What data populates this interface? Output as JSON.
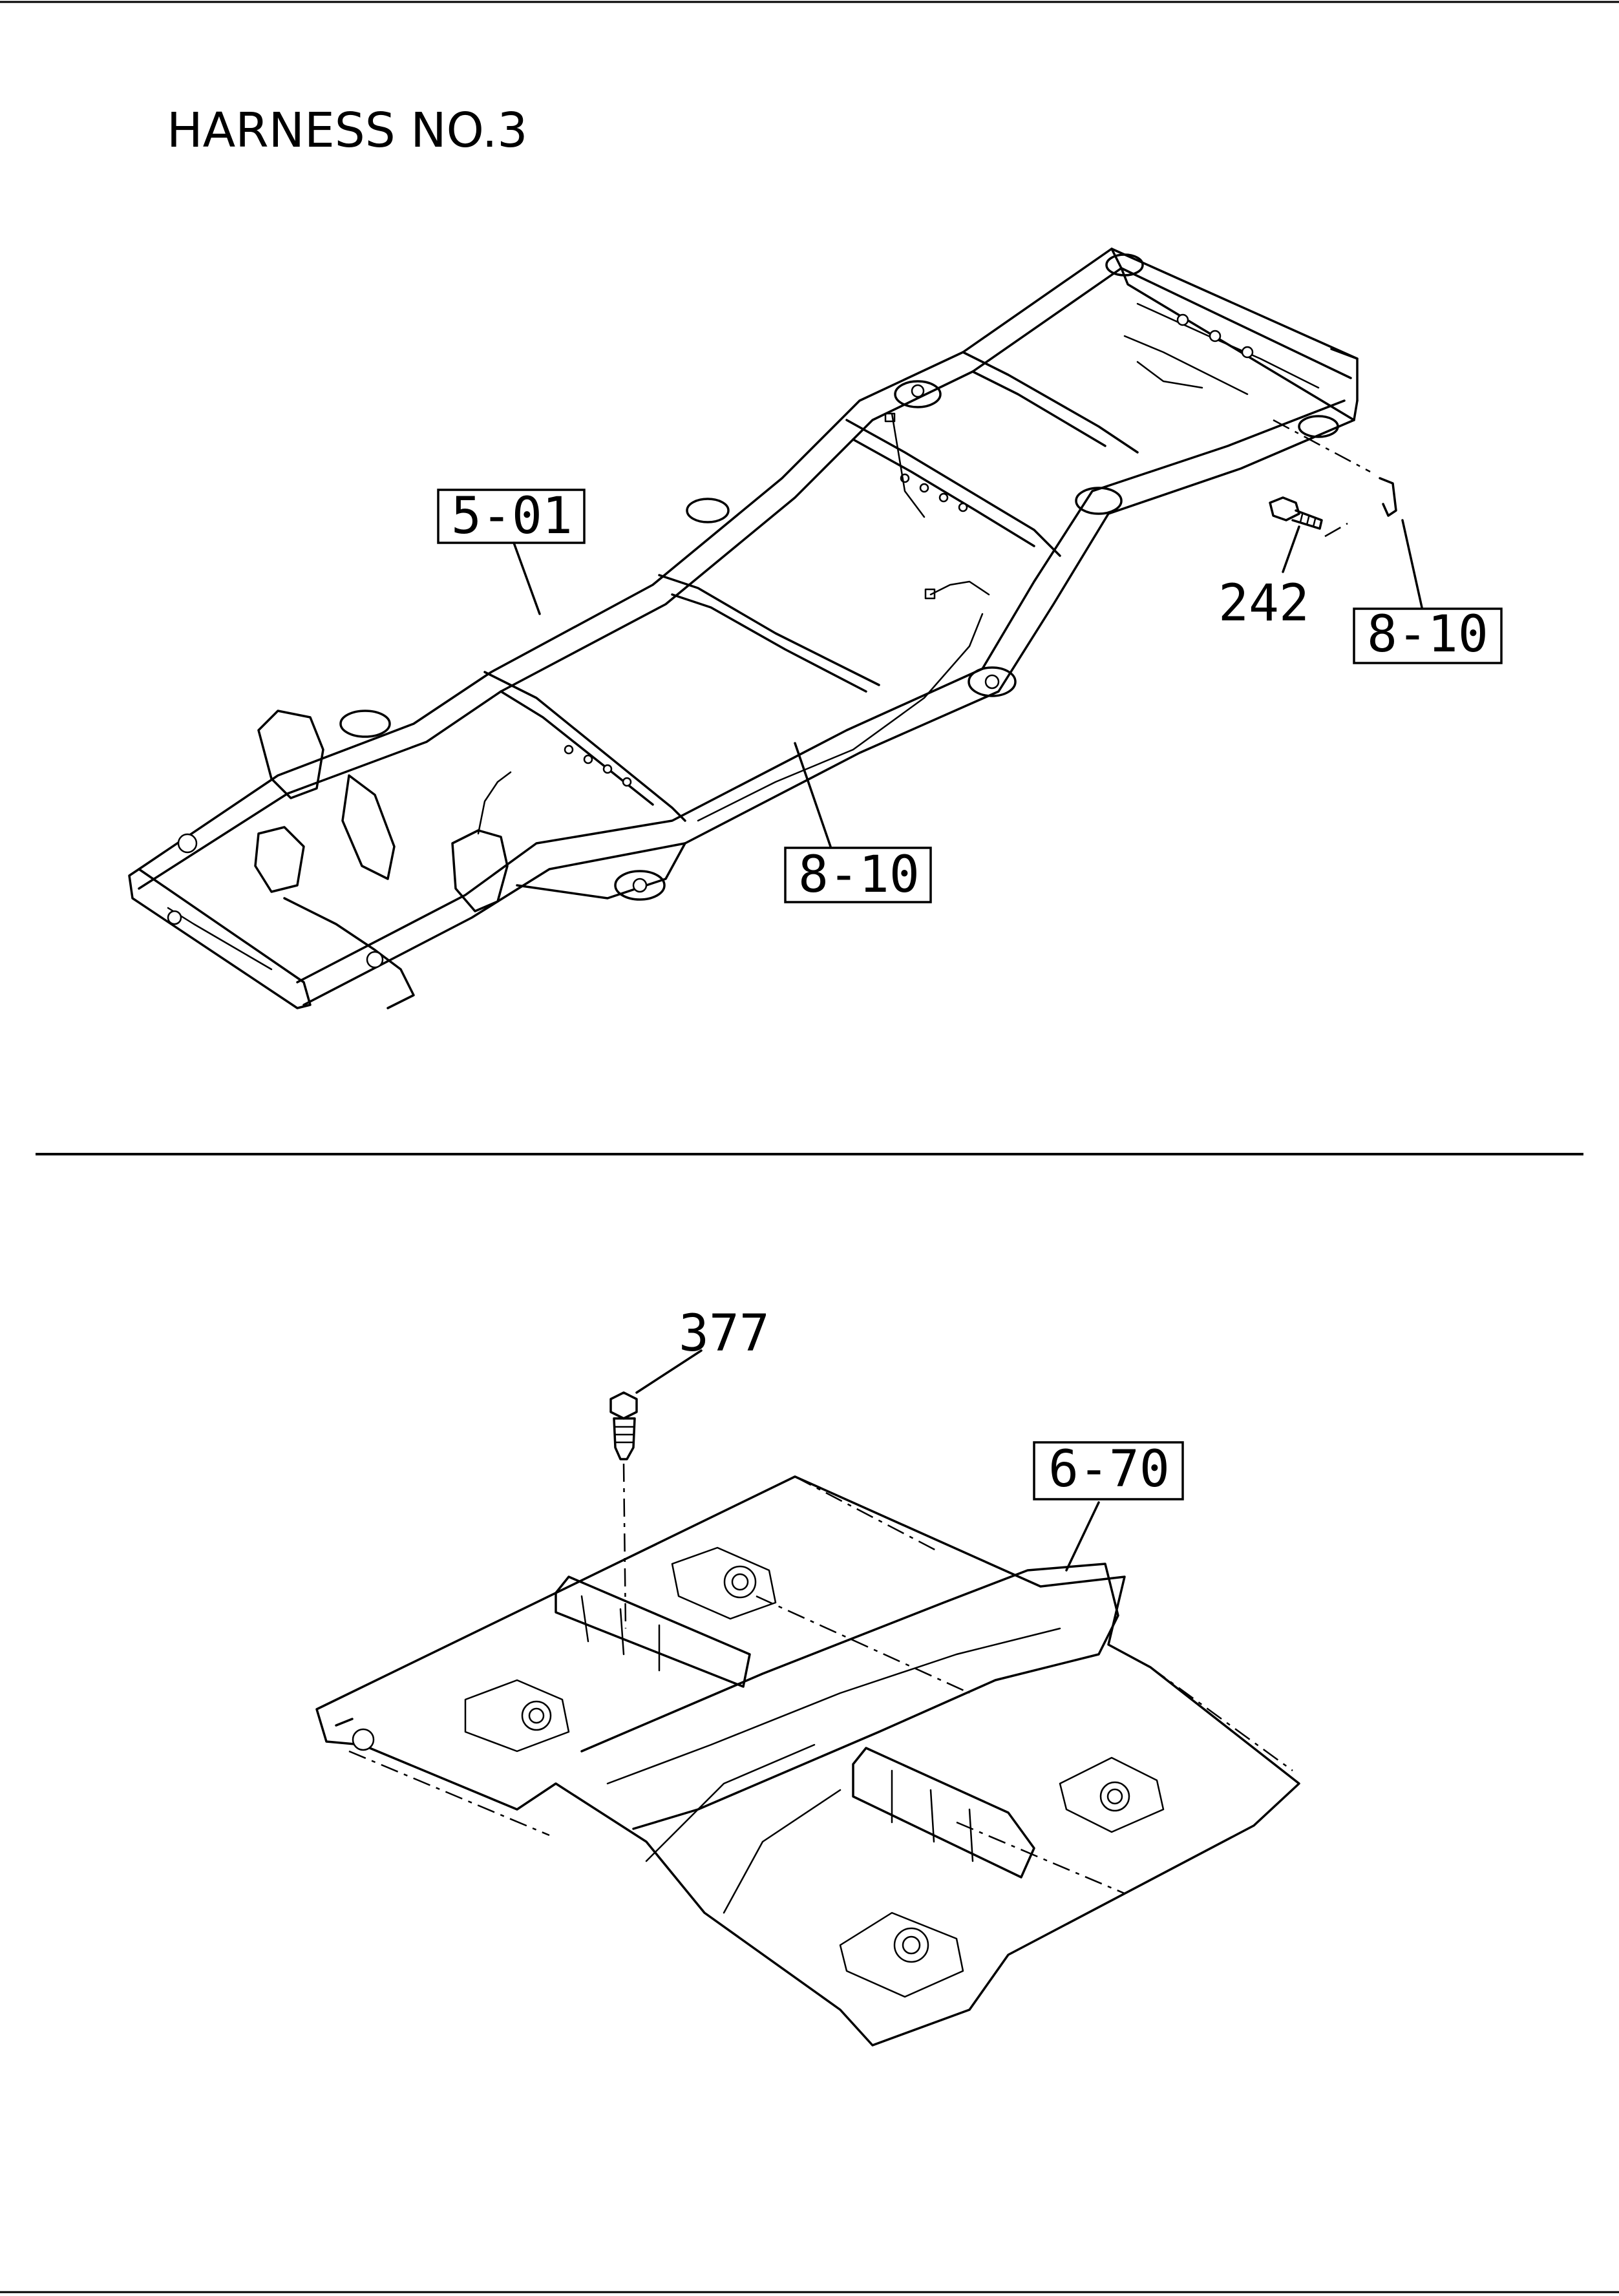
{
  "diagram": {
    "title": "HARNESS NO.3",
    "top_view": {
      "labels": [
        {
          "id": "ref-5-01",
          "text": "5-01",
          "boxed": true
        },
        {
          "id": "ref-8-10-right",
          "text": "8-10",
          "boxed": true
        },
        {
          "id": "ref-8-10-center",
          "text": "8-10",
          "boxed": true
        },
        {
          "id": "part-242",
          "text": "242",
          "boxed": false
        }
      ]
    },
    "bottom_view": {
      "labels": [
        {
          "id": "part-377",
          "text": "377",
          "boxed": false
        },
        {
          "id": "ref-6-70",
          "text": "6-70",
          "boxed": true
        }
      ]
    }
  }
}
